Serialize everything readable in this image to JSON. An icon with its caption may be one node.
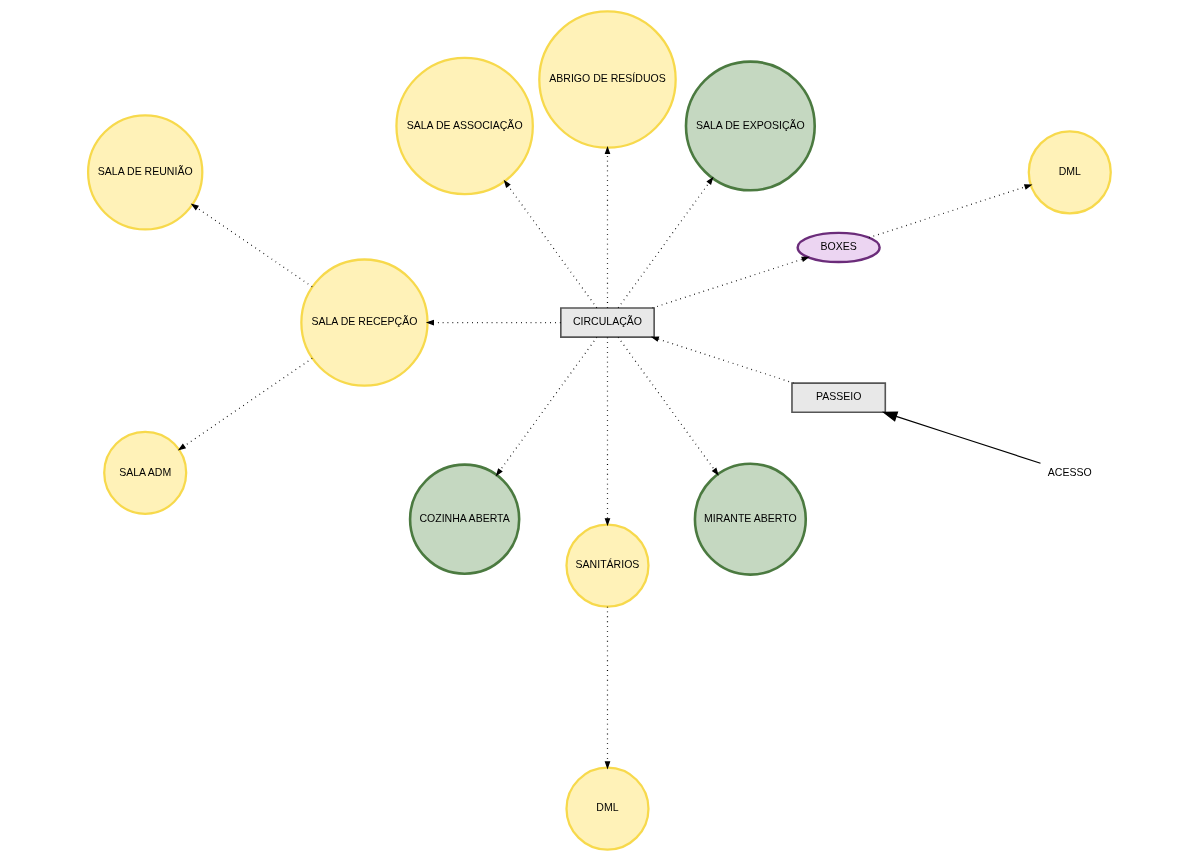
{
  "diagram": {
    "nodes": [
      {
        "text": [
          "ACESSO"
        ]
      },
      {
        "text": [
          "PASSEIO"
        ]
      },
      {
        "text": [
          "DML"
        ]
      },
      {
        "text": [
          "BOXES"
        ]
      },
      {
        "text": [
          "SALA DE EXPOSIÇÃO"
        ]
      },
      {
        "text": [
          "ABRIGO DE RESÍDUOS"
        ]
      },
      {
        "text": [
          "SALA DE ASSOCIAÇÃO"
        ]
      },
      {
        "text": [
          "CIRCULAÇÃO"
        ]
      },
      {
        "text": [
          "SALA DE REUNIÃO"
        ]
      },
      {
        "text": [
          "SALA DE RECEPÇÃO"
        ]
      },
      {
        "text": [
          "COZINHA ABERTA"
        ]
      },
      {
        "text": [
          "SALA ADM"
        ]
      },
      {
        "text": [
          "SANITÁRIOS"
        ]
      },
      {
        "text": [
          "MIRANTE ABERTO"
        ]
      },
      {
        "text": [
          "DML"
        ]
      }
    ],
    "edges": [
      {
        "from": 0,
        "to": 1,
        "arrow": "to"
      },
      {
        "from": 1,
        "to": 7,
        "arrow": "to",
        "style": "dashed"
      },
      {
        "from": 7,
        "to": 3,
        "arrow": "to",
        "style": "dashed"
      },
      {
        "from": 7,
        "to": 4,
        "arrow": "to",
        "style": "dashed"
      },
      {
        "from": 7,
        "to": 5,
        "arrow": "to",
        "style": "dashed"
      },
      {
        "from": 7,
        "to": 6,
        "arrow": "to",
        "style": "dashed"
      },
      {
        "from": 7,
        "to": 9,
        "arrow": "to",
        "style": "dashed"
      },
      {
        "from": 7,
        "to": 10,
        "arrow": "to",
        "style": "dashed"
      },
      {
        "from": 7,
        "to": 12,
        "arrow": "to",
        "style": "dashed"
      },
      {
        "from": 7,
        "to": 13,
        "arrow": "to",
        "style": "dashed"
      },
      {
        "from": 3,
        "to": 2,
        "arrow": "to",
        "style": "dashed"
      },
      {
        "from": 9,
        "to": 8,
        "arrow": "to",
        "style": "dashed"
      },
      {
        "from": 9,
        "to": 11,
        "arrow": "to",
        "style": "dashed"
      },
      {
        "from": 12,
        "to": 14,
        "arrow": "to",
        "style": "dashed"
      }
    ]
  }
}
